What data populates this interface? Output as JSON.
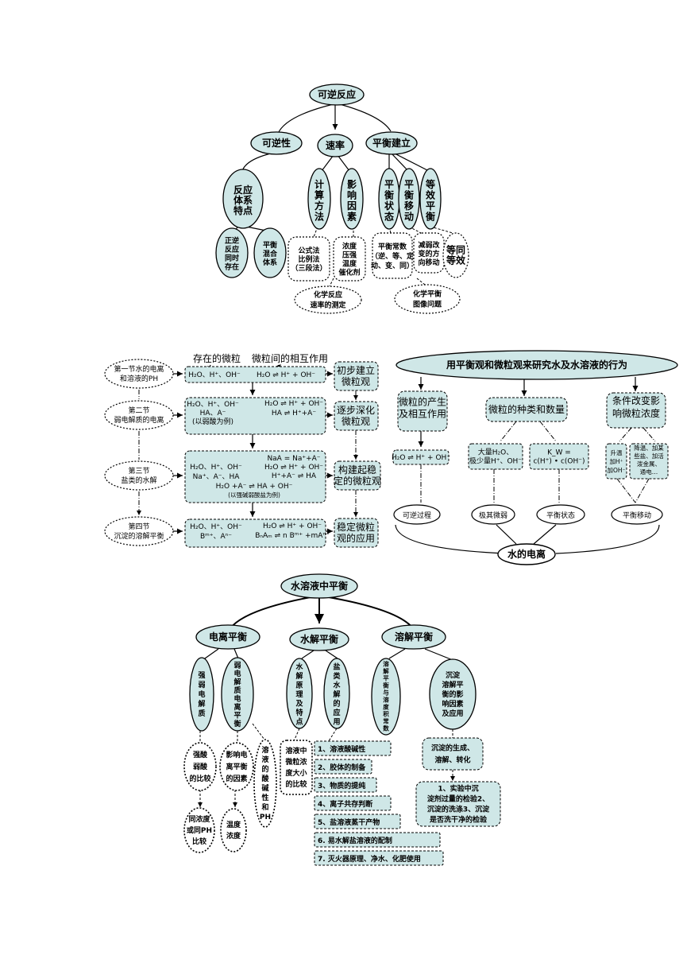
{
  "d1": {
    "root": "可逆反应",
    "l1": [
      "可逆性",
      "速率",
      "平衡建立"
    ],
    "l2": [
      "反应\n体系\n特点",
      "计\n算\n方\n法",
      "影\n响\n因\n素",
      "平\n衡\n状\n态",
      "平\n衡\n移\n动",
      "等\n效\n平\n衡"
    ],
    "l3": [
      "正逆\n反应\n同时\n存在",
      "平衡\n混合\n体系",
      "公式法\n比例法\n（三段法）",
      "浓度\n压强\n温度\n催化剂",
      "平衡常数\n（逆、等、定\n动、变、同）",
      "减弱改\n变的方\n向移动",
      "等同\n等效"
    ],
    "bottom": [
      "化学反应\n速率的测定",
      "化学平衡\n图像问题"
    ]
  },
  "d2": {
    "header_particles": "存在的微粒",
    "header_interaction": "微粒间的相互作用",
    "sections": [
      "第一节水的电离\n和溶液的PH",
      "第二节\n弱电解质的电离",
      "第三节\n盐类的水解",
      "第四节\n沉淀的溶解平衡"
    ],
    "particles": [
      "H₂O、H⁺、OH⁻",
      "H₂O、H⁺、OH⁻\nHA、A⁻\n(以弱酸为例)",
      "H₂O、H⁺、OH⁻\nNa⁺、A⁻、HA",
      "H₂O、H⁺、OH⁻\nBᵐ⁺、Aⁿ⁻"
    ],
    "interactions": [
      "H₂O ⇌ H⁺ + OH⁻",
      "H₂O ⇌ H⁺ + OH⁻\nHA ⇌ H⁺+A⁻",
      "NaA = Na⁺+A⁻\nH₂O ⇌ H⁺ + OH⁻\nH⁺+A⁻ ⇌ HA",
      "H₂O ⇌ H⁺ + OH⁻\nBₙAₘ ⇌ n Bᵐ⁺ +mAⁿ⁻"
    ],
    "sec3_extra": "H₂O +A⁻ ⇌ HA + OH⁻",
    "sec3_note": "(以强碱弱酸盐为例)",
    "results": [
      "初步建立\n微粒观",
      "逐步深化\n微粒观",
      "构建起稳\n定的微粒观",
      "稳定微粒\n观的应用"
    ]
  },
  "d3": {
    "title": "用平衡观和微粒观来研究水及水溶液的行为",
    "cols": [
      "微粒的产生\n及相互作用",
      "微粒的种类和数量",
      "条件改变影\n响微粒浓度"
    ],
    "eq1": "H₂O ⇌ H⁺ + OH⁻",
    "box_a": "大量H₂O、\n极少量H⁺、OH⁻",
    "box_b": "K_W =\nc(H⁺) • c(OH⁻)",
    "box_c": "升温\n加H⁺\n加OH⁻",
    "box_d": "降温、加某\n些盐、加活\n泼金属、\n通电…",
    "nodes": [
      "可逆过程",
      "极其微弱",
      "平衡状态",
      "平衡移动"
    ],
    "center": "水的电离"
  },
  "d4": {
    "root": "水溶液中平衡",
    "l1": [
      "电离平衡",
      "水解平衡",
      "溶解平衡"
    ],
    "l2": [
      "强\n弱\n电\n解\n质",
      "弱\n电\n解\n质\n电\n离\n平\n衡",
      "水\n解\n原\n理\n及\n特\n点",
      "盐\n类\n水\n解\n的\n应\n用",
      "溶\n解\n平\n衡\n与\n溶\n度\n积\n常\n数",
      "沉淀\n溶解平\n衡的影\n响因素\n及应用"
    ],
    "l3": [
      "强酸\n弱酸\n的比较",
      "影响电\n离平衡\n的因素",
      "溶\n液\n的\n酸\n碱\n性\n和\nPH",
      "溶液中\n微粒浓\n度大小\n的比较"
    ],
    "l4": [
      "同浓度\n或同PH\n比较",
      "温度\n浓度"
    ],
    "apps": [
      "1、溶液酸碱性",
      "2、胶体的制备",
      "3、物质的提纯",
      "4、离子共存判断",
      "5、盐溶液蒸干产物",
      "6. 易水解盐溶液的配制",
      "7. 灭火器原理、净水、化肥使用"
    ],
    "precip": "沉淀的生成、\n溶解、转化",
    "precip_apps": "1、实验中沉\n淀剂过量的检验2、\n沉淀的洗涤3、沉淀\n是否洗干净的检验"
  }
}
